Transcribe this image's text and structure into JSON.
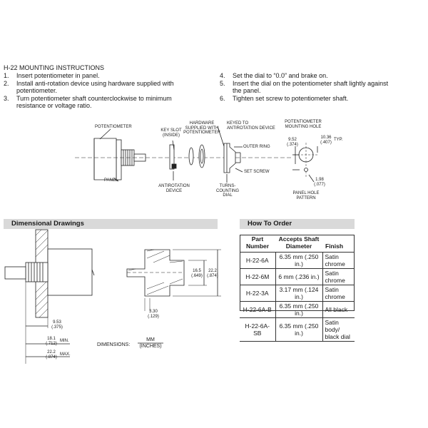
{
  "mounting": {
    "title": "H-22 MOUNTING INSTRUCTIONS",
    "steps_left": [
      {
        "num": "1.",
        "text": "Insert potentiometer in panel."
      },
      {
        "num": "2.",
        "text": "Install anti-rotation device using hardware supplied with potentiometer."
      },
      {
        "num": "3.",
        "text": "Turn potentiometer shaft counterclockwise to minimum resistance or voltage ratio."
      }
    ],
    "steps_right": [
      {
        "num": "4.",
        "text": "Set the dial to “0.0” and brake on."
      },
      {
        "num": "5.",
        "text": "Insert the dial on the potentiometer shaft lightly against the panel."
      },
      {
        "num": "6.",
        "text": "Tighten set screw to potentiometer shaft."
      }
    ]
  },
  "assembly_labels": {
    "potentiometer": "POTENTIOMETER",
    "panel": "PANEL",
    "key_slot": "KEY SLOT\n(INSIDE)",
    "hardware": "HARDWARE\nSUPPLIED WITH\nPOTENTIOMETER",
    "keyed": "KEYED TO\nANTIROTATION DEVICE",
    "outer_ring": "OUTER RING",
    "set_screw": "SET SCREW",
    "antirotation": "ANTIROTATION\nDEVICE",
    "turns_dial": "TURNS-COUNTING\nDIAL",
    "mount_hole": "POTENTIOMETER\nMOUNTING HOLE",
    "dim_952": "9.52\n(.374)",
    "dim_1036": "10.36\n(.407)",
    "typ": "TYP.",
    "dim_198": "1.98\n(.077)",
    "hole_pattern": "PANEL HOLE\nPATTERN"
  },
  "dimensional": {
    "header": "Dimensional Drawings",
    "dim_953": "9.53\n(.375)",
    "dim_181": "18.1\n(.712)",
    "min": "MIN.",
    "dim_222": "22.2\n(.874)",
    "max": "MAX.",
    "dim_165": "16.5\n(.649)",
    "dim_222v": "22.2\n(.874)",
    "dim_330": "3.30\n(.129)",
    "dimensions_label": "DIMENSIONS:",
    "units": "MM\n(INCHES)"
  },
  "order": {
    "header": "How To Order",
    "columns": [
      "Part\nNumber",
      "Accepts Shaft\nDiameter",
      "Finish"
    ],
    "rows": [
      [
        "H-22-6A",
        "6.35 mm (.250 in.)",
        "Satin chrome"
      ],
      [
        "H-22-6M",
        "6 mm (.236 in.)",
        "Satin chrome"
      ],
      [
        "H-22-3A",
        "3.17 mm (.124 in.)",
        "Satin chrome"
      ],
      [
        "H-22-6A-B",
        "6.35 mm (.250 in.)",
        "All black"
      ],
      [
        "H-22-6A-SB",
        "6.35 mm (.250 in.)",
        "Satin body/\nblack dial"
      ]
    ]
  }
}
